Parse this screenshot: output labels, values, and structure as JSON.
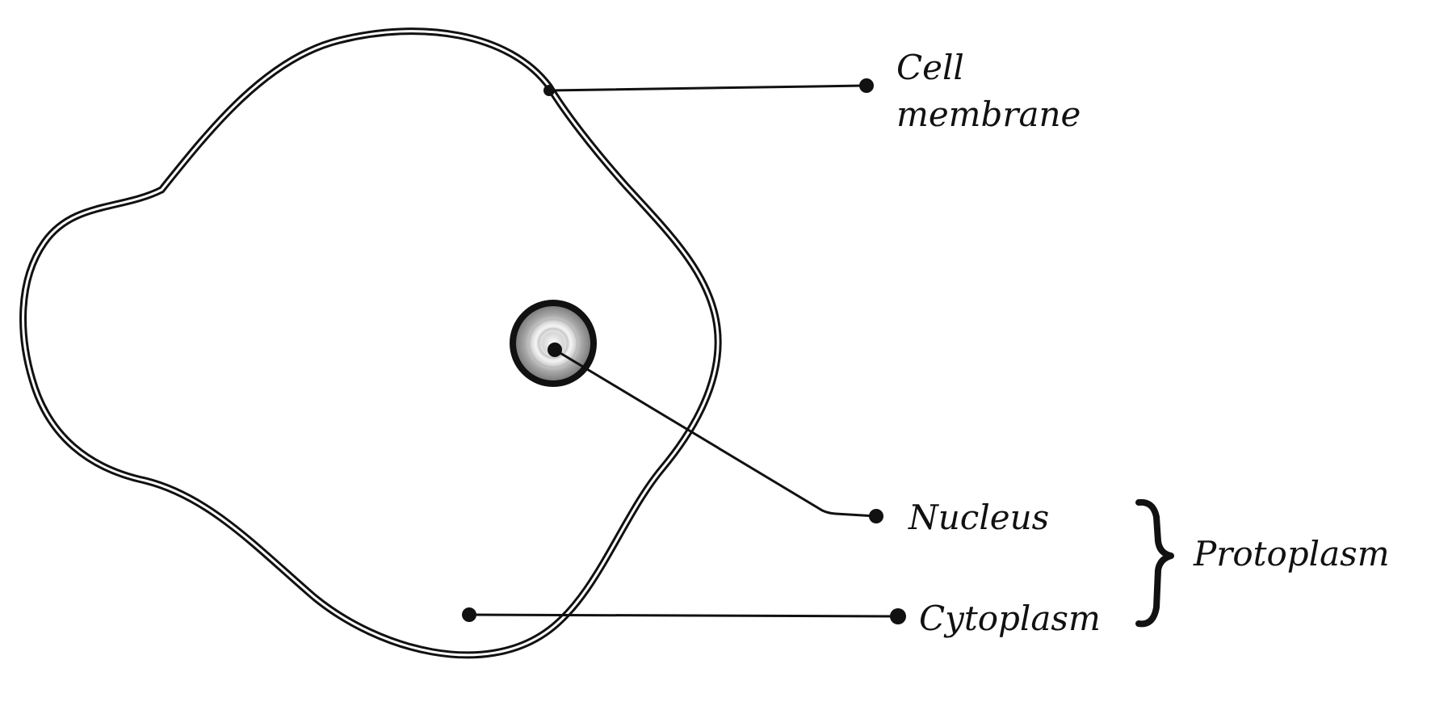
{
  "labels": {
    "cell_membrane_line1": "Cell",
    "cell_membrane_line2": "membrane",
    "nucleus": "Nucleus",
    "cytoplasm": "Cytoplasm",
    "protoplasm": "Protoplasm"
  },
  "colors": {
    "ink": "#111111",
    "paper": "#ffffff",
    "membrane_fill": "#ffffff",
    "nucleus_shade": "#9a9a9a"
  }
}
